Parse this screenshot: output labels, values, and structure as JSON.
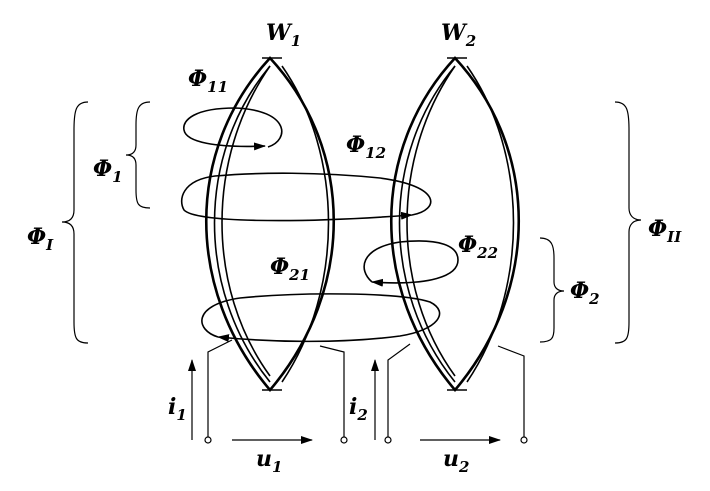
{
  "coils": {
    "w1": {
      "main": "W",
      "sub": "1"
    },
    "w2": {
      "main": "W",
      "sub": "2"
    }
  },
  "fluxes": {
    "phi11": {
      "main": "Φ",
      "sub": "11"
    },
    "phi12": {
      "main": "Φ",
      "sub": "12"
    },
    "phi21": {
      "main": "Φ",
      "sub": "21"
    },
    "phi22": {
      "main": "Φ",
      "sub": "22"
    },
    "phi1": {
      "main": "Φ",
      "sub": "1"
    },
    "phi2": {
      "main": "Φ",
      "sub": "2"
    },
    "phiI": {
      "main": "Φ",
      "sub": "I"
    },
    "phiII": {
      "main": "Φ",
      "sub": "II"
    }
  },
  "sources": {
    "i1": {
      "main": "i",
      "sub": "1"
    },
    "i2": {
      "main": "i",
      "sub": "2"
    },
    "u1": {
      "main": "u",
      "sub": "1"
    },
    "u2": {
      "main": "u",
      "sub": "2"
    }
  }
}
